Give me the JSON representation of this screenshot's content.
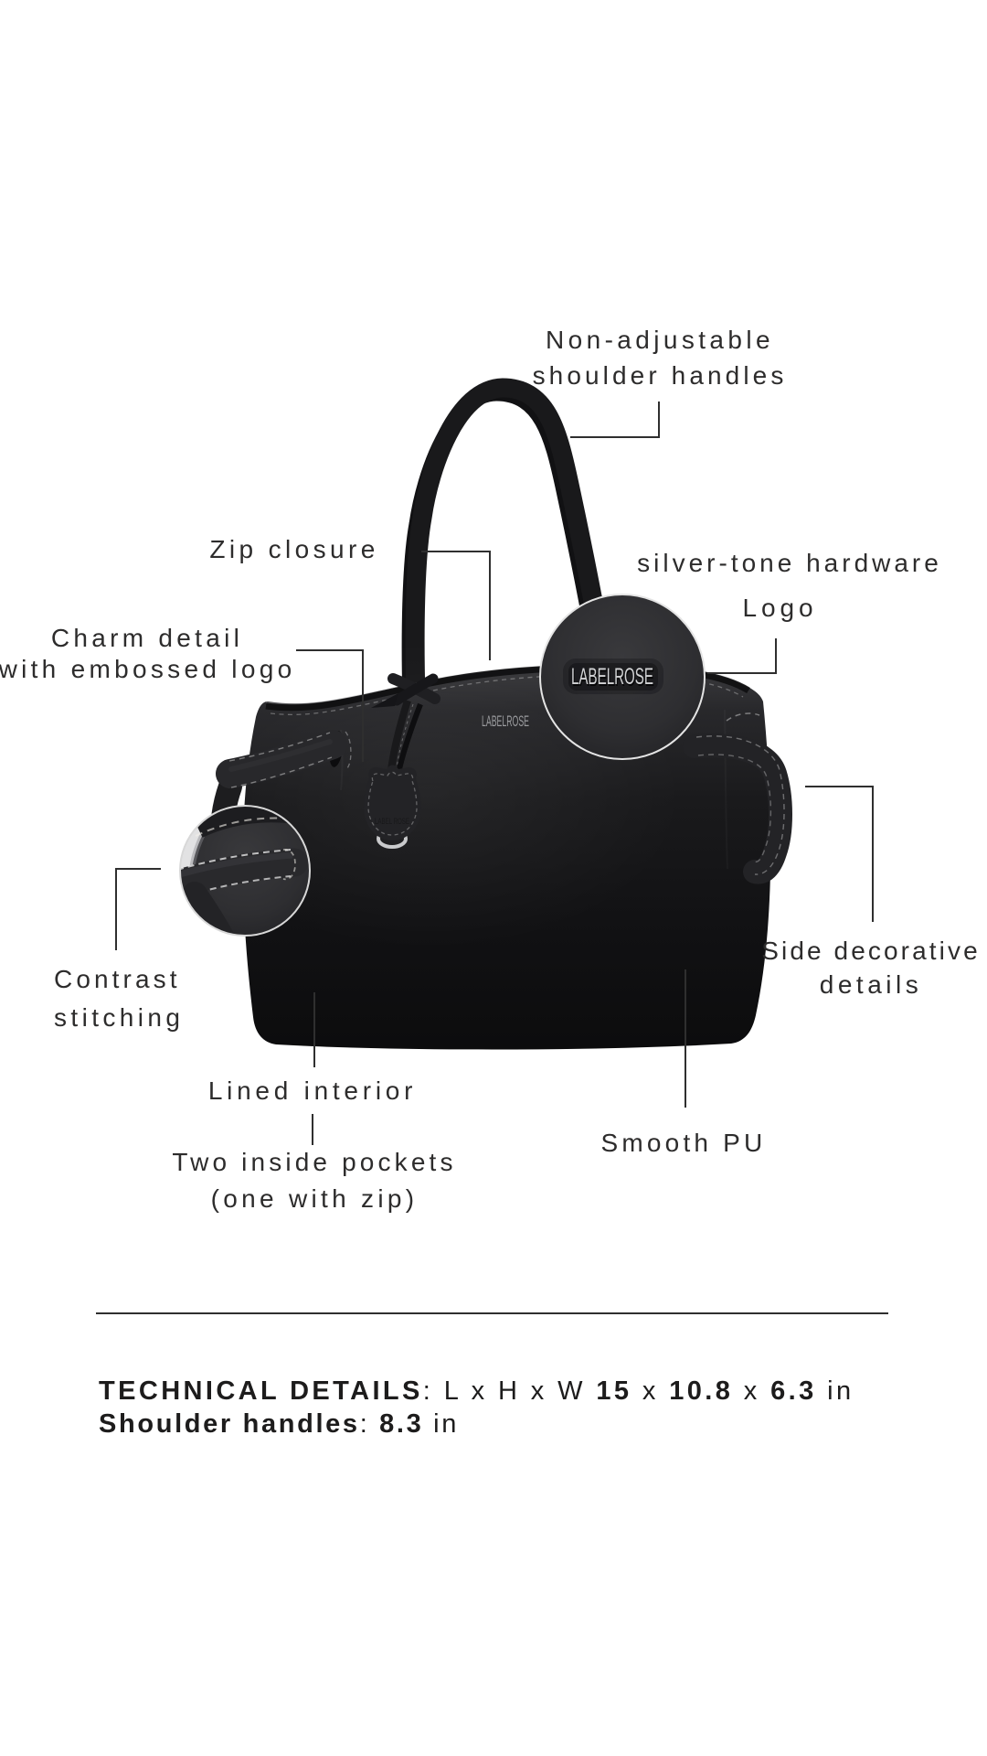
{
  "product": {
    "brand": "LABELROSE",
    "type": "tote bag"
  },
  "logos": {
    "magnifier_logo": "LABELROSE",
    "front_logo": "LABELROSE",
    "charm_logo": "LABEL ROSE"
  },
  "callouts": {
    "handles": {
      "lines": [
        "Non-adjustable",
        "shoulder handles"
      ]
    },
    "zip": {
      "label": "Zip closure"
    },
    "hardware": {
      "lines": [
        "silver-tone hardware",
        "Logo"
      ]
    },
    "charm": {
      "lines": [
        "Charm detail",
        "with embossed logo"
      ]
    },
    "stitching": {
      "lines": [
        "Contrast",
        "stitching"
      ]
    },
    "side": {
      "lines": [
        "Side decorative",
        "details"
      ]
    },
    "lining": {
      "label": "Lined interior"
    },
    "pockets": {
      "lines": [
        "Two inside pockets",
        "(one with zip)"
      ]
    },
    "material": {
      "label": "Smooth PU"
    }
  },
  "technical": {
    "heading": "TECHNICAL DETAILS",
    "dims_prefix": ": L x H x W ",
    "length": "15",
    "sep1": " x ",
    "height": "10.8",
    "sep2": " x ",
    "width": "6.3",
    "unit": " in",
    "handles_label": "Shoulder handles",
    "handles_sep": ": ",
    "handles_value": "8.3",
    "handles_unit": " in"
  },
  "colors": {
    "bag": "#141416",
    "text": "#2d2c2c",
    "line": "#2f2f2f",
    "stitch": "#ffffff",
    "hardware": "#d6d7d9"
  }
}
